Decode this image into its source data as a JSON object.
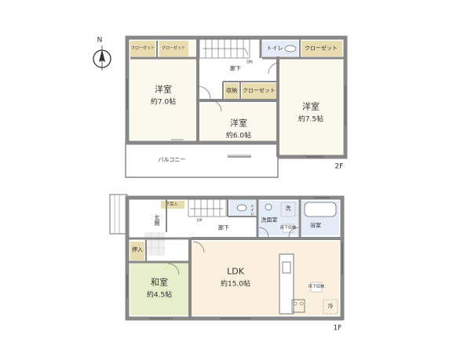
{
  "compass": {
    "label": "N"
  },
  "floor2": {
    "floor_label": "2F",
    "closet_a": "クローゼット",
    "closet_b": "クローゼット",
    "hall": "廊下",
    "dn": "DN",
    "toilet": "トイレ",
    "closet_c": "クローゼット",
    "room_left": {
      "name": "洋室",
      "size": "約7.0帖"
    },
    "storage": "収納",
    "closet_d": "クローゼット",
    "room_center": {
      "name": "洋室",
      "size": "約6.0帖"
    },
    "room_right": {
      "name": "洋室",
      "size": "約7.5帖"
    },
    "balcony": "バルコニー"
  },
  "floor1": {
    "floor_label": "1F",
    "shoe_storage": "下足入",
    "entrance": "玄関",
    "up": "UP",
    "hall": "廊下",
    "toilet": "トイレ",
    "washroom": "洗面室",
    "washer": "洗",
    "bath": "浴室",
    "heater": "床下収納",
    "oshiire": "押入",
    "japanese_room": {
      "name": "和室",
      "size": "約4.5帖"
    },
    "ldk": {
      "name": "LDK",
      "size": "約15.0帖"
    },
    "fridge": "冷",
    "underfloor": "床下収納"
  }
}
